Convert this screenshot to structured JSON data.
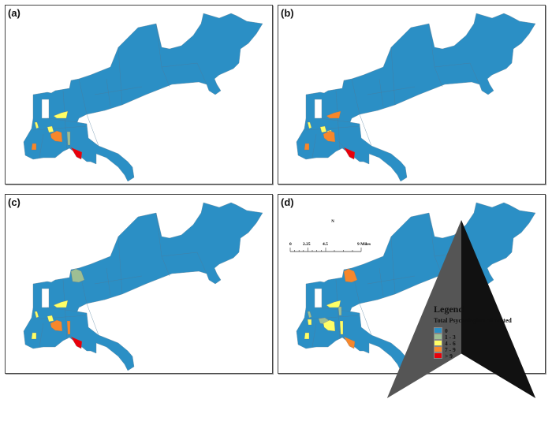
{
  "panels": [
    {
      "label": "(a)",
      "allocations": [
        {
          "district": "d1",
          "class": "4 - 6"
        },
        {
          "district": "d2",
          "class": "4 - 6"
        },
        {
          "district": "d3",
          "class": "4 - 6"
        },
        {
          "district": "d4",
          "class": "7 - 9"
        },
        {
          "district": "d5",
          "class": "7 - 9"
        },
        {
          "district": "d6",
          "class": "1 - 3"
        },
        {
          "district": "d7",
          "class": "> 9"
        }
      ]
    },
    {
      "label": "(b)",
      "allocations": [
        {
          "district": "d1",
          "class": "7 - 9"
        },
        {
          "district": "d2",
          "class": "4 - 6"
        },
        {
          "district": "d3",
          "class": "4 - 6"
        },
        {
          "district": "d8",
          "class": "4 - 6"
        },
        {
          "district": "d4",
          "class": "7 - 9"
        },
        {
          "district": "d5",
          "class": "7 - 9"
        },
        {
          "district": "d7",
          "class": "> 9"
        }
      ]
    },
    {
      "label": "(c)",
      "allocations": [
        {
          "district": "d9",
          "class": "1 - 3"
        },
        {
          "district": "d1",
          "class": "4 - 6"
        },
        {
          "district": "d2",
          "class": "4 - 6"
        },
        {
          "district": "d3",
          "class": "4 - 6"
        },
        {
          "district": "d4",
          "class": "7 - 9"
        },
        {
          "district": "d6",
          "class": "7 - 9"
        },
        {
          "district": "d5",
          "class": "4 - 6"
        },
        {
          "district": "d7",
          "class": "> 9"
        }
      ]
    },
    {
      "label": "(d)",
      "allocations": [
        {
          "district": "d9",
          "class": "7 - 9"
        },
        {
          "district": "d1",
          "class": "4 - 6"
        },
        {
          "district": "d10",
          "class": "1 - 3"
        },
        {
          "district": "d2",
          "class": "1 - 3"
        },
        {
          "district": "d11",
          "class": "4 - 6"
        },
        {
          "district": "d12",
          "class": "1 - 3"
        },
        {
          "district": "d4",
          "class": "4 - 6"
        },
        {
          "district": "d6",
          "class": "4 - 6"
        },
        {
          "district": "d5",
          "class": "4 - 6"
        },
        {
          "district": "d7",
          "class": "7 - 9"
        }
      ]
    }
  ],
  "legend": {
    "title": "Legend",
    "subtitle": "Total Psychologists Allocated",
    "items": [
      {
        "label": "0",
        "color": "#2b8fc5"
      },
      {
        "label": "1 - 3",
        "color": "#9dbf94"
      },
      {
        "label": "4 - 6",
        "color": "#ffff66"
      },
      {
        "label": "7 - 9",
        "color": "#f7872b"
      },
      {
        "label": "> 9",
        "color": "#e8000b"
      }
    ]
  },
  "north_arrow": "N",
  "scale_bar": {
    "ticks": [
      "0",
      "2.25",
      "4.5",
      "9 Miles"
    ]
  }
}
